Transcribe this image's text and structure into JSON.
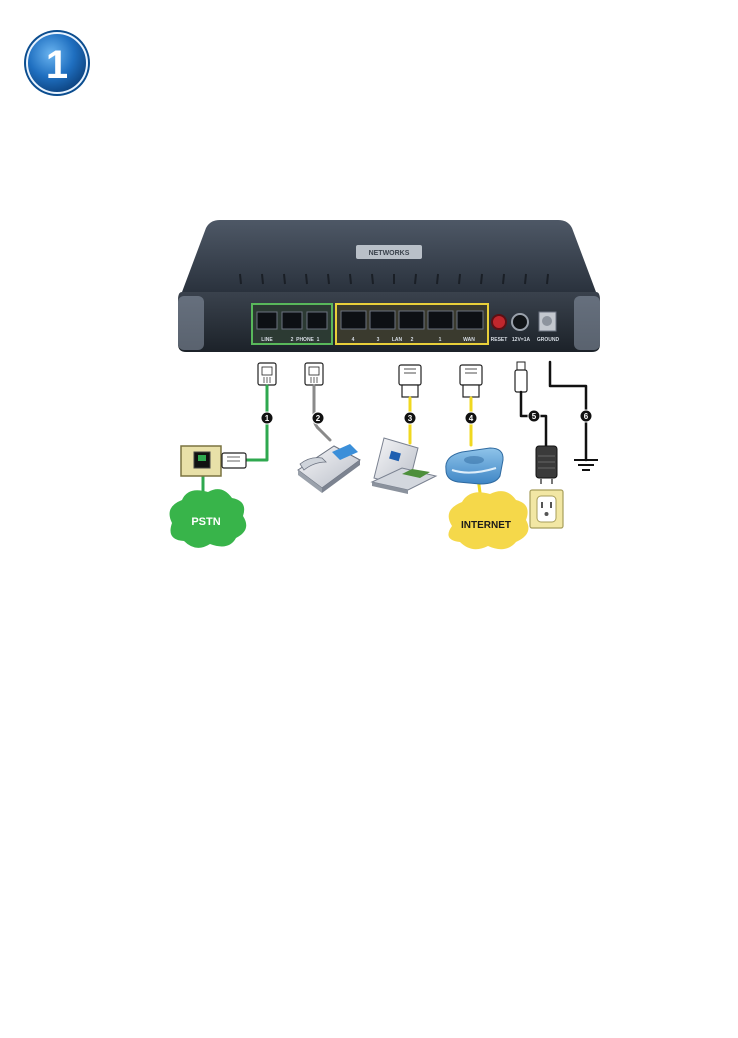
{
  "step": {
    "number": "1"
  },
  "device": {
    "brand": "NETWORKS",
    "port_labels": {
      "line": "LINE",
      "phone_2": "2",
      "phone_word": "PHONE",
      "phone_1": "1",
      "lan_4": "4",
      "lan_3": "3",
      "lan_word": "LAN",
      "lan_2": "2",
      "lan_1": "1",
      "wan": "WAN",
      "reset": "RESET",
      "power": "12V=1A",
      "ground": "GROUND"
    }
  },
  "connections": [
    {
      "id": "1",
      "color": "#2fa84f"
    },
    {
      "id": "2",
      "color": "#8a8a8a"
    },
    {
      "id": "3",
      "color": "#f0d820"
    },
    {
      "id": "4",
      "color": "#f0d820"
    },
    {
      "id": "5",
      "color": "#111111"
    },
    {
      "id": "6",
      "color": "#111111"
    }
  ],
  "clouds": {
    "pstn": "PSTN",
    "internet": "INTERNET"
  }
}
